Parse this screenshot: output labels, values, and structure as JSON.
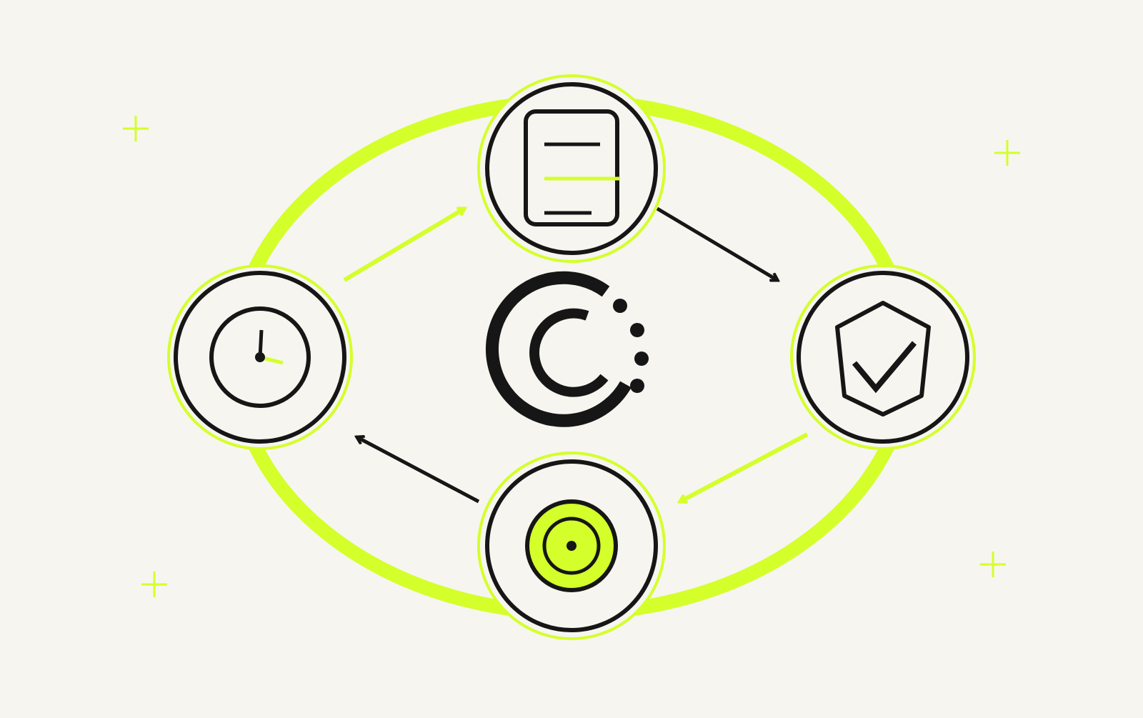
{
  "colors": {
    "background": "#f6f5f0",
    "accent": "#d4ff2a",
    "ink": "#161616",
    "node_fill": "#f6f5f0"
  },
  "center": {
    "icon": "consul-logo-icon"
  },
  "nodes": [
    {
      "id": "document",
      "icon": "document-icon"
    },
    {
      "id": "shield",
      "icon": "shield-check-icon"
    },
    {
      "id": "target",
      "icon": "target-icon"
    },
    {
      "id": "clock",
      "icon": "clock-icon"
    }
  ],
  "arrows": [
    {
      "from": "clock",
      "to": "document",
      "color": "accent"
    },
    {
      "from": "document",
      "to": "shield",
      "color": "ink"
    },
    {
      "from": "shield",
      "to": "target",
      "color": "accent"
    },
    {
      "from": "target",
      "to": "clock",
      "color": "ink"
    }
  ],
  "decorations": {
    "sparkles": 4,
    "sparkle_icon": "plus-sparkle-icon"
  }
}
